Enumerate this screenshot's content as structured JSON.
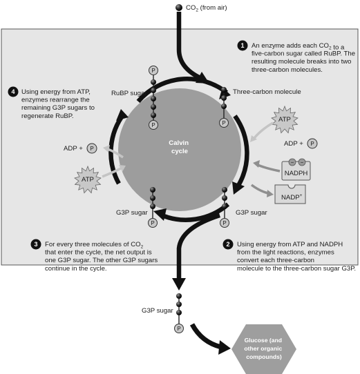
{
  "co2_source": {
    "prefix": "CO",
    "sub": "2",
    "suffix": " (from air)"
  },
  "cycle": {
    "line1": "Calvin",
    "line2": "cycle"
  },
  "labels": {
    "rubp_sugar": "RuBP sugar",
    "three_carbon": "Three-carbon molecule",
    "g3p_sugar_left": "G3P sugar",
    "g3p_sugar_right": "G3P sugar",
    "g3p_sugar_output": "G3P sugar",
    "atp_right": "ATP",
    "atp_left": "ATP",
    "adp_right": "ADP +",
    "adp_left": "ADP +",
    "p": "P",
    "nadph": "NADPH",
    "nadp_main": "NADP",
    "nadp_sup": "+",
    "minus": "−",
    "glucose": [
      "Glucose (and",
      "other organic",
      "compounds)"
    ]
  },
  "steps": [
    {
      "num": "1",
      "lines": [
        [
          {
            "t": "An enzyme adds each CO"
          },
          {
            "t": "2",
            "sub": true
          },
          {
            "t": " to a"
          }
        ],
        [
          {
            "t": "five-carbon sugar called RuBP. The"
          }
        ],
        [
          {
            "t": "resulting molecule breaks into two"
          }
        ],
        [
          {
            "t": "three-carbon molecules."
          }
        ]
      ]
    },
    {
      "num": "2",
      "lines": [
        [
          {
            "t": "Using energy from ATP and NADPH"
          }
        ],
        [
          {
            "t": "from the light reactions, enzymes"
          }
        ],
        [
          {
            "t": "convert each three-carbon"
          }
        ],
        [
          {
            "t": "molecule to the three-carbon sugar G3P."
          }
        ]
      ]
    },
    {
      "num": "3",
      "lines": [
        [
          {
            "t": "For every three molecules of CO"
          },
          {
            "t": "2",
            "sub": true
          }
        ],
        [
          {
            "t": "that enter the cycle, the net output is"
          }
        ],
        [
          {
            "t": "one G3P sugar. The other G3P sugars"
          }
        ],
        [
          {
            "t": "continue in the cycle."
          }
        ]
      ]
    },
    {
      "num": "4",
      "lines": [
        [
          {
            "t": "Using energy from ATP,"
          }
        ],
        [
          {
            "t": "enzymes rearrange the"
          }
        ],
        [
          {
            "t": "remaining G3P sugars to"
          }
        ],
        [
          {
            "t": "regenerate RuBP."
          }
        ]
      ]
    }
  ],
  "colors": {
    "panel": "#e6e6e6",
    "circle": "#9d9d9d",
    "arrow": "#111111",
    "light_arrow": "#c4c4c4",
    "medium_arrow": "#8f8f8f",
    "phosphate": "#c8c8c8",
    "glucose": "#9e9e9e",
    "white": "#ffffff"
  }
}
